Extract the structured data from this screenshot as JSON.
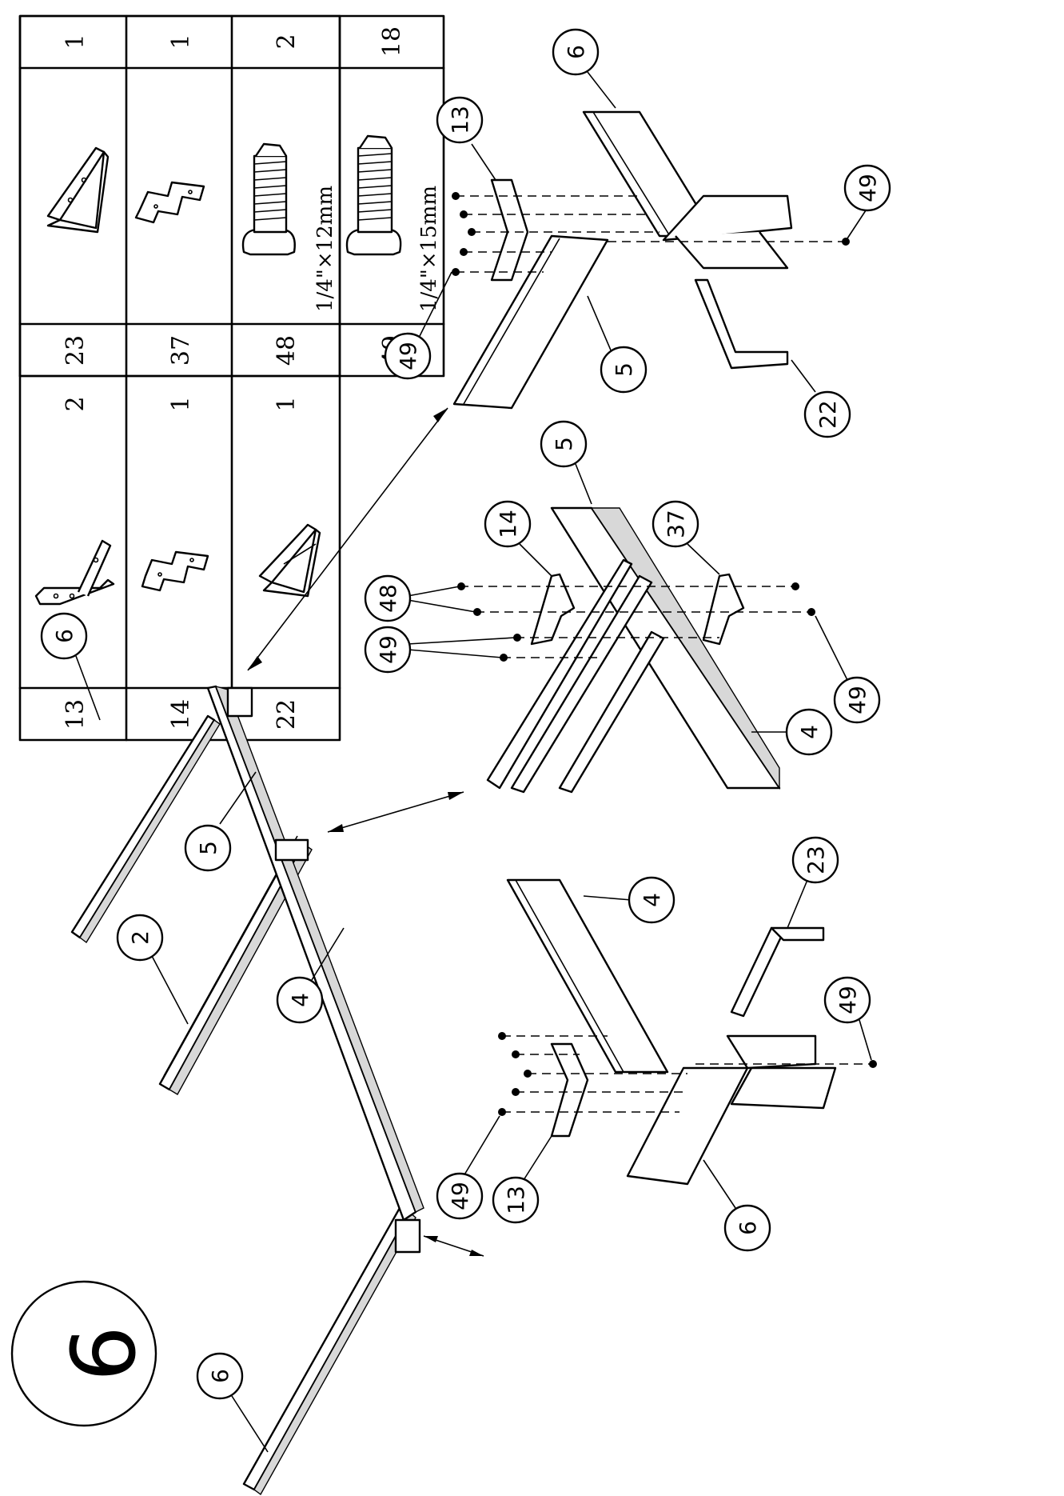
{
  "step_number": "6",
  "parts_table": {
    "rows": [
      {
        "id": "13",
        "qty": "2"
      },
      {
        "id": "14",
        "qty": "1"
      },
      {
        "id": "22",
        "qty": "1"
      },
      {
        "id": "23",
        "qty": "1"
      },
      {
        "id": "37",
        "qty": "1"
      },
      {
        "id": "48",
        "qty": "2",
        "size": "1/4\"×12mm"
      },
      {
        "id": "49",
        "qty": "18",
        "size": "1/4\"×15mm"
      }
    ]
  },
  "callouts": {
    "frame": [
      "6",
      "2",
      "5",
      "4",
      "6"
    ],
    "detail_top": [
      "13",
      "6",
      "49",
      "5",
      "22",
      "49"
    ],
    "detail_middle": [
      "5",
      "14",
      "48",
      "49",
      "37",
      "49",
      "4"
    ],
    "detail_bottom": [
      "4",
      "23",
      "49",
      "49",
      "13",
      "6"
    ]
  }
}
